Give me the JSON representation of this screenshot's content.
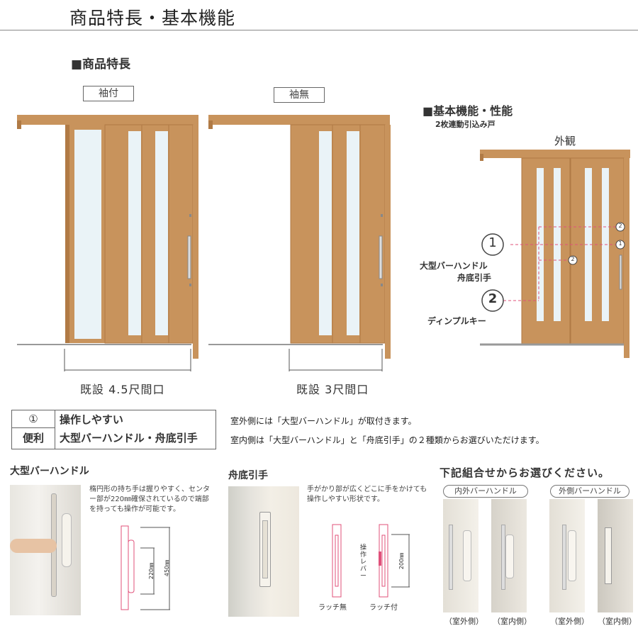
{
  "header": {
    "title": "商品特長・基本機能"
  },
  "features": {
    "heading": "■商品特長",
    "left": {
      "tag": "袖付",
      "caption": "既設 4.5尺間口"
    },
    "right": {
      "tag": "袖無",
      "caption": "既設 3尺間口"
    }
  },
  "basic": {
    "heading": "■基本機能・性能",
    "subheading": "2枚連動引込み戸",
    "exterior": "外観",
    "callout1_label": "大型バーハンドル",
    "callout1_label2": "舟底引手",
    "callout2_label": "ディンプルキー",
    "num1": "1",
    "num2": "2"
  },
  "benefit": {
    "icon_num": "①",
    "icon_label": "便利",
    "title1": "操作しやすい",
    "title2": "大型バーハンドル・舟底引手",
    "desc1": "室外側には「大型バーハンドル」が取付きます。",
    "desc2": "室内側は「大型バーハンドル」と「舟底引手」の２種類からお選びいただけます。"
  },
  "bar_handle": {
    "heading": "大型バーハンドル",
    "desc": "楕円形の持ち手は握りやすく、センター部が220㎜確保されているので端部を持っても操作が可能です。",
    "dim1": "220㎜",
    "dim2": "450㎜"
  },
  "funazoko": {
    "heading": "舟底引手",
    "desc": "手がかり部が広くどこに手をかけても操作しやすい形状です。",
    "lever": "操作レバー",
    "dim": "200㎜",
    "label1": "ラッチ無",
    "label2": "ラッチ付"
  },
  "combo": {
    "heading": "下記組合せからお選びください。",
    "pill1": "内外バーハンドル",
    "pill2": "外側バーハンドル",
    "cap1": "（室外側）",
    "cap2": "（室内側）",
    "cap3": "（室外側）",
    "cap4": "（室内側）"
  },
  "colors": {
    "wood": "#c8935c",
    "wood_dark": "#b07a45",
    "glass": "#eaf3f7",
    "accent": "#e0507a"
  }
}
